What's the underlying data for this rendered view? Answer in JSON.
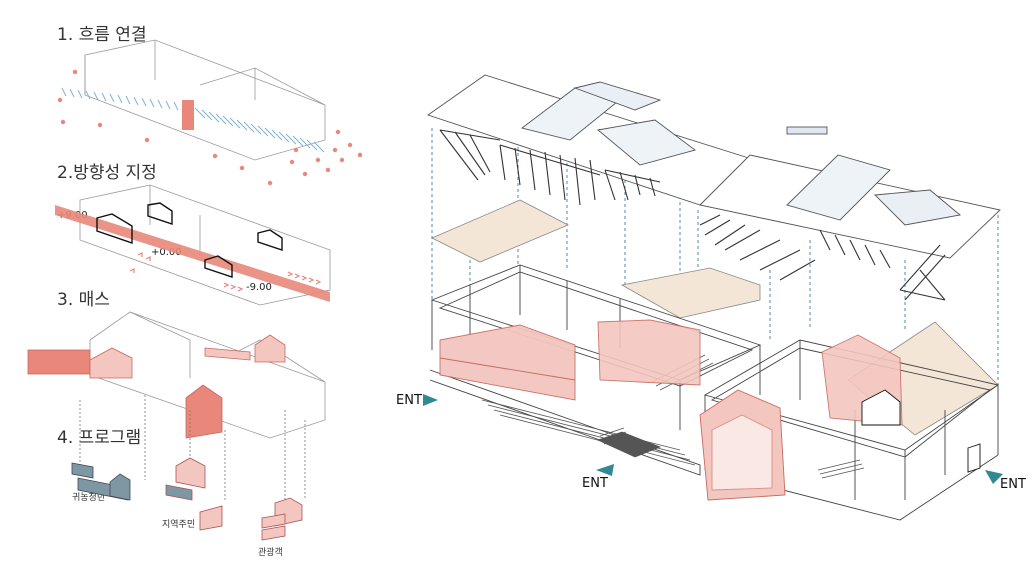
{
  "steps": [
    {
      "title": "1. 흐름 연결"
    },
    {
      "title": "2.방향성 지정"
    },
    {
      "title": "3. 매스"
    },
    {
      "title": "4. 프로그램"
    }
  ],
  "levels": [
    "+9.00",
    "+0.00",
    "-9.00"
  ],
  "programs": [
    "귀농청년",
    "지역주민",
    "관광객"
  ],
  "entrances": [
    "ENT",
    "ENT",
    "ENT"
  ],
  "colors": {
    "flow_blue": "#7fb3d5",
    "accent_red": "#e8877a",
    "mass_fill": "#f3c6bf",
    "slate": "#7d97a3",
    "line": "#777777",
    "floor_beige": "#f3e6d6",
    "guide_blue": "#3f7fa6",
    "arrow_teal": "#2f8a96"
  }
}
